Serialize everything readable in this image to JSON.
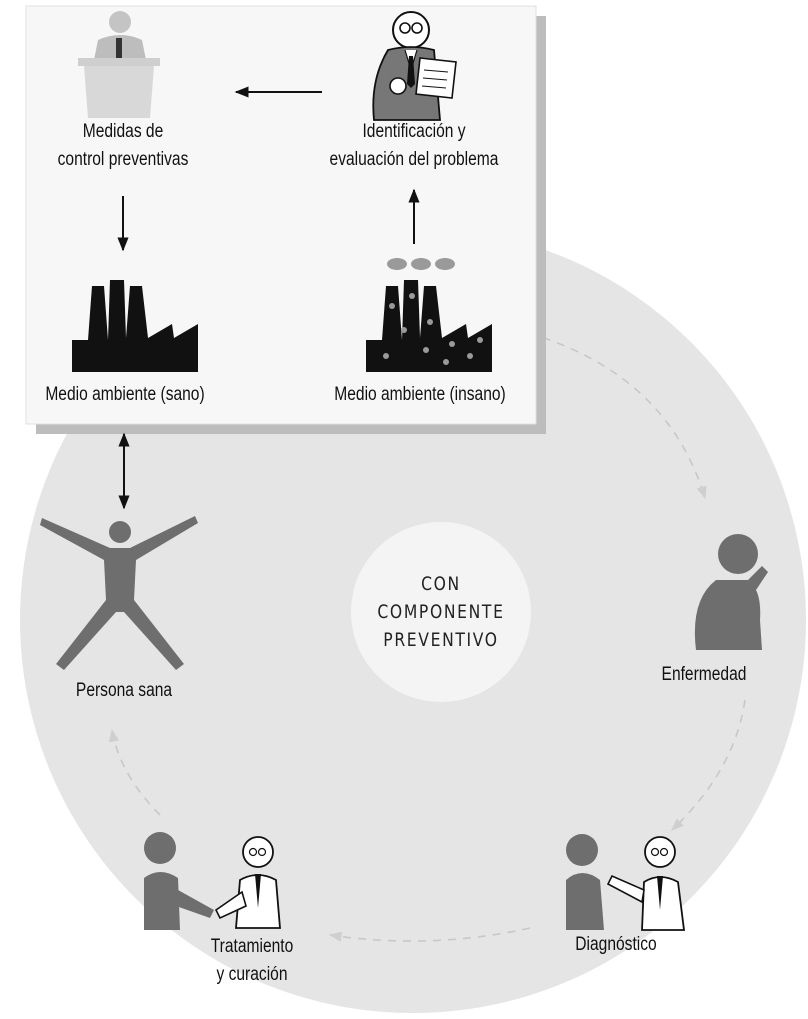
{
  "center_label": [
    "CON",
    "COMPONENTE",
    "PREVENTIVO"
  ],
  "box_labels": {
    "medidas": [
      "Medidas de",
      "control preventivas"
    ],
    "identificacion": [
      "Identificación y",
      "evaluación del problema"
    ],
    "medio_sano": "Medio ambiente (sano)",
    "medio_insano": "Medio ambiente (insano)"
  },
  "cycle_labels": {
    "persona": "Persona sana",
    "enfermedad": "Enfermedad",
    "diagnostico": "Diagnóstico",
    "tratamiento": [
      "Tratamiento",
      "y curación"
    ]
  },
  "icons": [
    "speaker-at-podium-icon",
    "inspector-with-document-icon",
    "clean-factory-icon",
    "polluted-factory-icon",
    "healthy-person-icon",
    "sick-person-icon",
    "doctor-examining-patient-icon",
    "doctor-shaking-hands-icon"
  ],
  "colors": {
    "circle": "#e5e5e5",
    "center": "#f4f4f4",
    "box": "#f7f7f7",
    "shadow": "#bdbdbd",
    "figure": "#6e6e6e",
    "dashed": "#c8c8c8",
    "ink": "#111111"
  }
}
